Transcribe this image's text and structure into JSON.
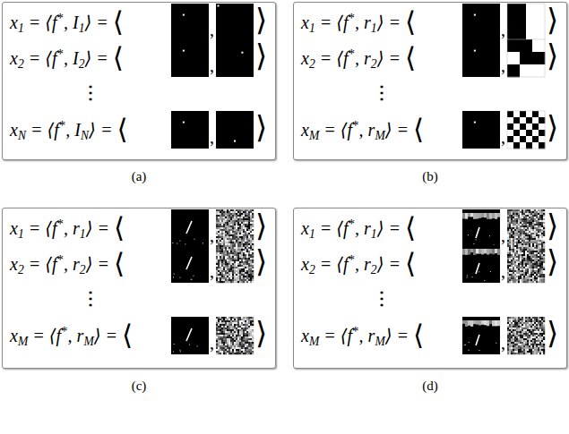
{
  "diagram": {
    "nodes": [
      {
        "text": [
          "x1 = ⟨f*, I1⟩ = ⟨",
          ",",
          "⟩",
          "x2 = ⟨f*, I2⟩ = ⟨",
          ",",
          "⟩",
          "⋮",
          "xN = ⟨f*, IN⟩ = ⟨",
          ",",
          "⟩"
        ]
      },
      {
        "text": [
          "x1 = ⟨f*, r1⟩ = ⟨",
          ",",
          "⟩",
          "x2 = ⟨f*, r2⟩ = ⟨",
          ",",
          "⟩",
          "⋮",
          "xM = ⟨f*, rM⟩ = ⟨",
          ",",
          "⟩"
        ]
      },
      {
        "text": [
          "x1 = ⟨f*, r1⟩ = ⟨",
          ",",
          "⟩",
          "x2 = ⟨f*, r2⟩ = ⟨",
          ",",
          "⟩",
          "⋮",
          "xM = ⟨f*, rM⟩ = ⟨",
          ",",
          "⟩"
        ]
      },
      {
        "text": [
          "x1 = ⟨f*, r1⟩ = ⟨",
          ",",
          "⟩",
          "x2 = ⟨f*, r2⟩ = ⟨",
          ",",
          "⟩",
          "⋮",
          "xM = ⟨f*, rM⟩ = ⟨",
          ",",
          "⟩"
        ]
      }
    ],
    "labels": [
      "(a)",
      "(b)",
      "(c)",
      "(d)"
    ]
  }
}
